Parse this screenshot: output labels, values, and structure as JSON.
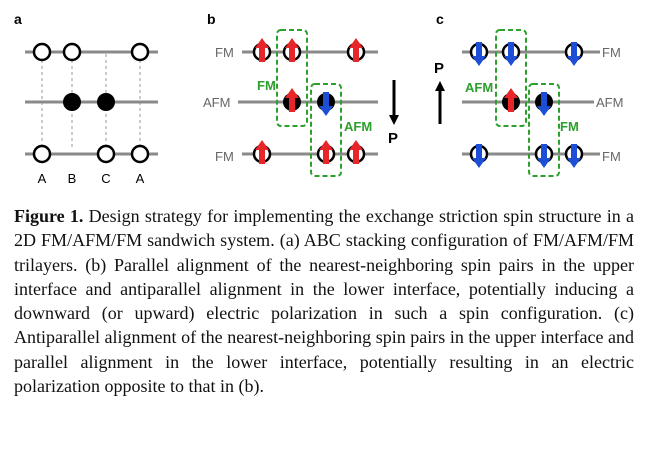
{
  "figure": {
    "panel_a": {
      "letter": "a",
      "column_labels": [
        "A",
        "B",
        "C",
        "A"
      ]
    },
    "panel_b": {
      "letter": "b",
      "layer_labels": [
        "FM",
        "AFM",
        "FM"
      ],
      "box_labels": [
        "FM",
        "AFM"
      ],
      "polarization_label": "P"
    },
    "panel_c": {
      "letter": "c",
      "layer_labels": [
        "FM",
        "AFM",
        "FM"
      ],
      "box_labels": [
        "AFM",
        "FM"
      ],
      "polarization_label": "P"
    },
    "colors": {
      "spin_up": "#e8262a",
      "spin_down": "#1d4fd6",
      "box": "#2ca02c",
      "line": "#8a8a8a"
    }
  },
  "caption": {
    "title": "Figure 1.",
    "text": " Design strategy for implementing the exchange striction spin structure in a 2D FM/AFM/FM sandwich system. (a) ABC stacking configuration of FM/AFM/FM trilayers. (b) Parallel alignment of the nearest-neighboring spin pairs in the upper interface and antiparallel alignment in the lower interface, potentially inducing a downward (or upward) electric polarization in such a spin configuration. (c) Antiparallel alignment of the nearest-neighboring spin pairs in the upper interface and parallel alignment in the lower interface, potentially resulting in an electric polarization opposite to that in (b)."
  }
}
